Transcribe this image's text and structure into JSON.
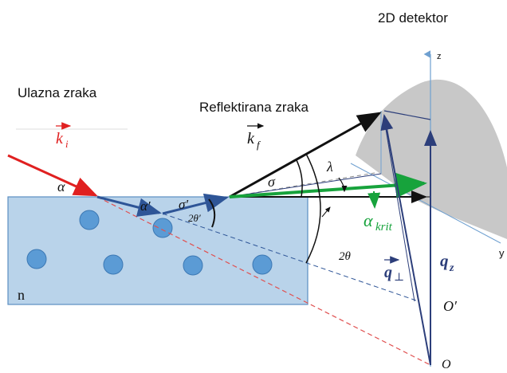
{
  "labels": {
    "detector": "2D detektor",
    "incident": "Ulazna zraka",
    "reflected": "Reflektirana zraka",
    "ki": "k",
    "ki_sub": "i",
    "kf": "k",
    "kf_sub": "f",
    "n": "n",
    "alpha": "α",
    "alpha_prime": "α′",
    "sigma_prime": "σ′",
    "two_theta_prime": "2θ′",
    "sigma": "σ",
    "lambda": "λ",
    "alpha_krit": "α",
    "alpha_krit_sub": "krit",
    "two_theta": "2θ",
    "q_perp": "q",
    "q_perp_sub": "⊥",
    "qz": "q",
    "qz_sub": "z",
    "z_axis": "z",
    "y_axis": "y",
    "o_prime": "O′",
    "o": "O"
  },
  "colors": {
    "sample_fill": "#b9d3ea",
    "sample_stroke": "#5b8ec2",
    "particle": "#5b9bd5",
    "incident_ray": "#e02020",
    "incident_dashed": "#e05050",
    "refracted": "#2e5597",
    "reflected": "#111111",
    "green": "#17a33c",
    "navy": "#2c3e7a",
    "detector": "#c8c8c8",
    "axis": "#6fa0d0"
  }
}
